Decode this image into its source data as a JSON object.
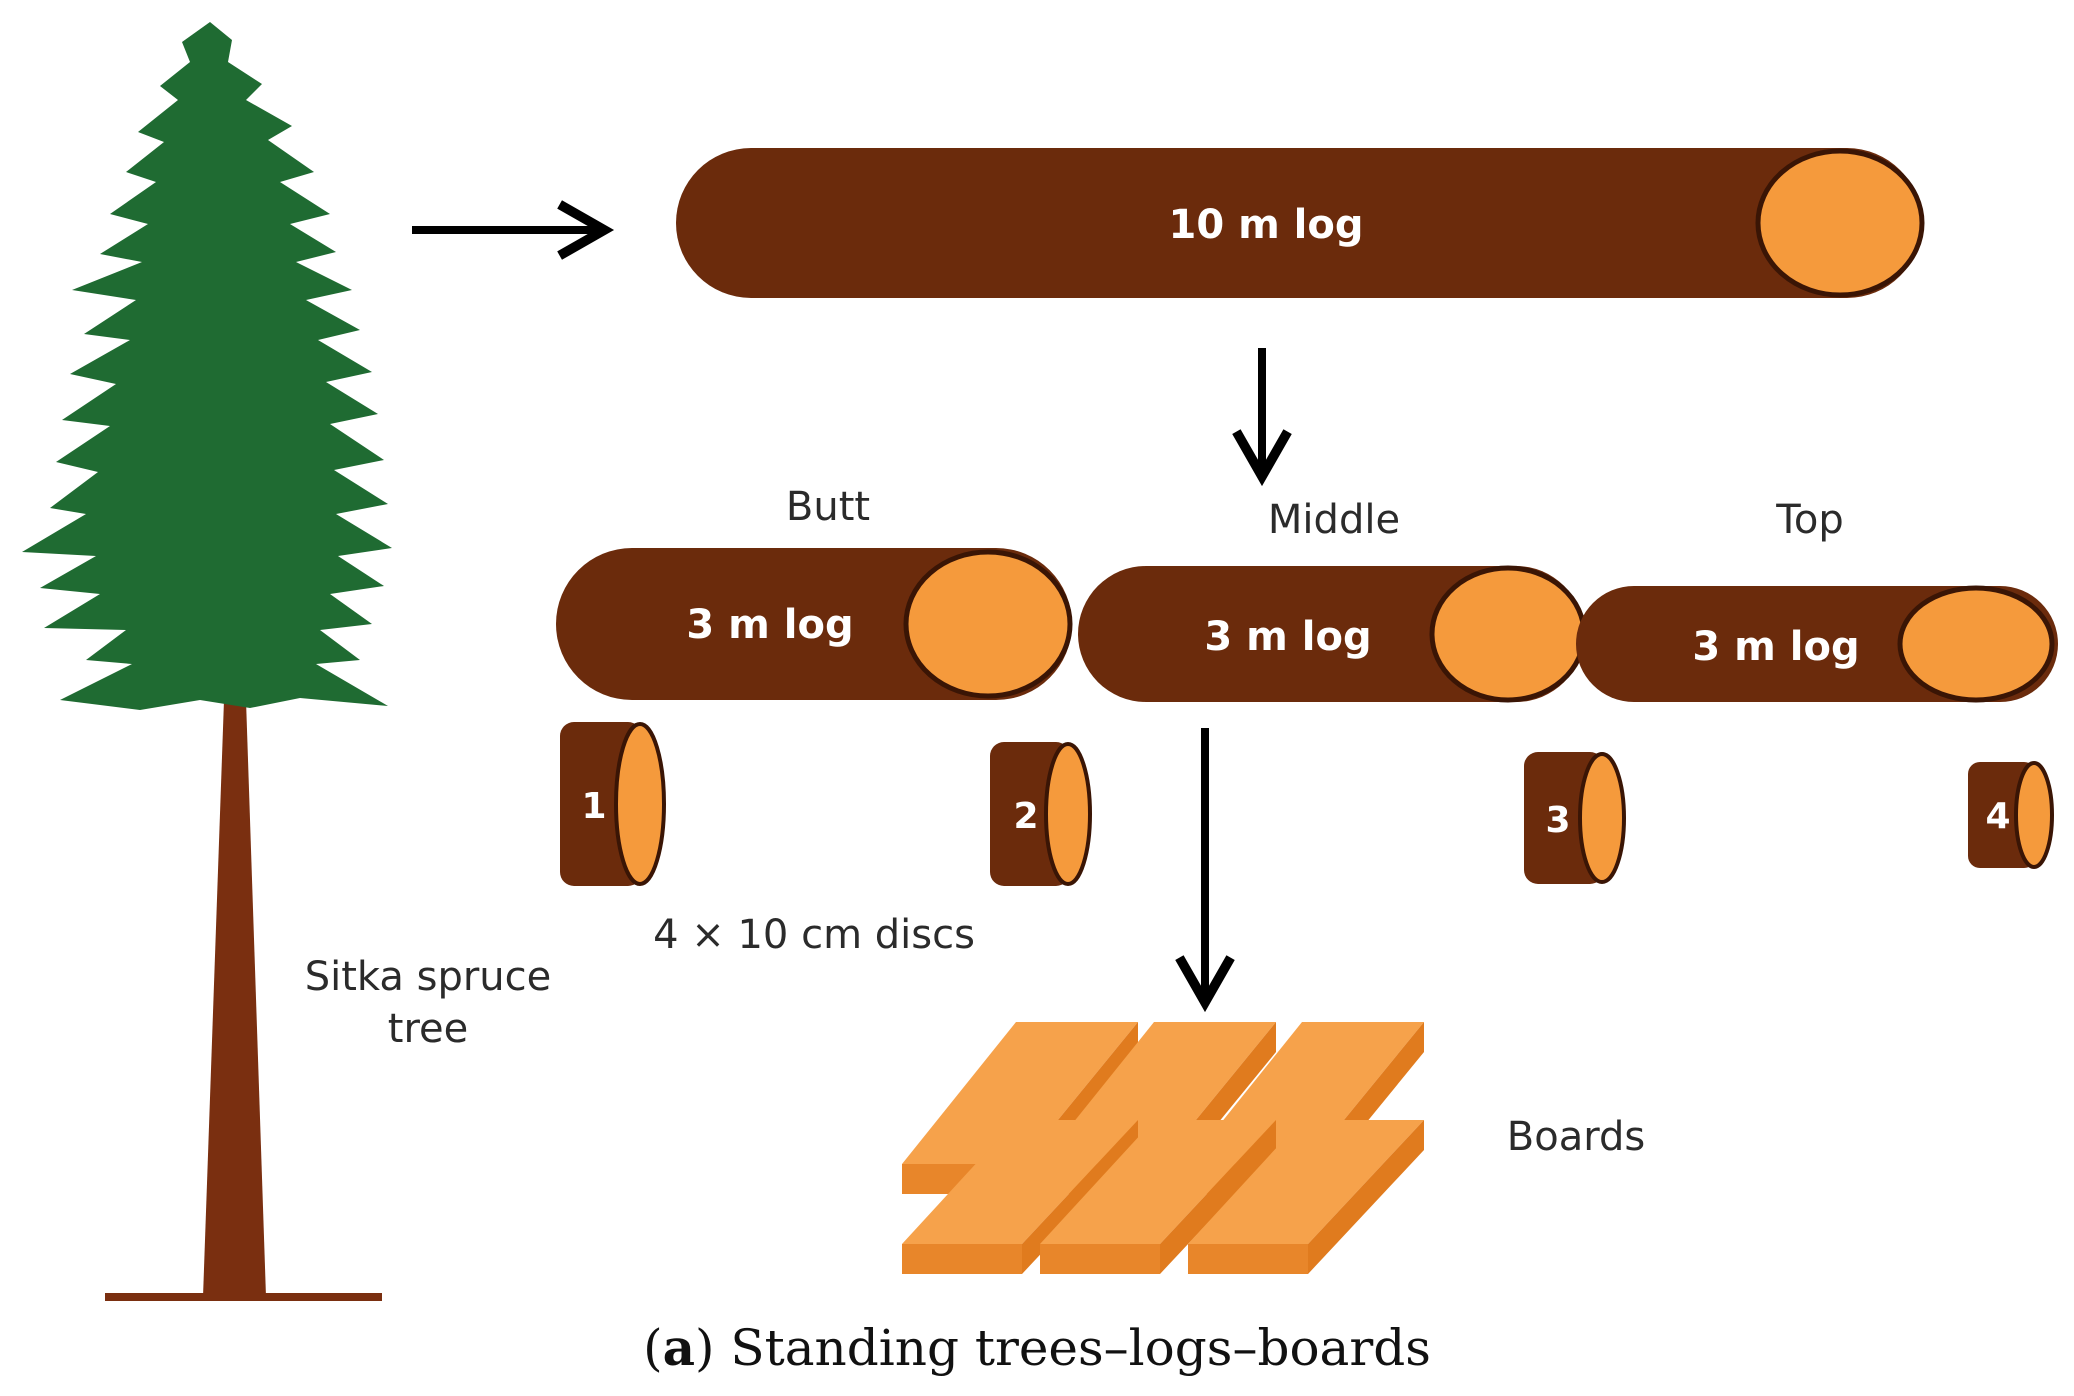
{
  "colors": {
    "bark": "#6b2b0c",
    "wood_end": "#f59a3c",
    "board": "#f6a24b",
    "board_dark": "#e07b1e",
    "foliage": "#1f6b32",
    "trunk": "#7a2f10",
    "arrow": "#000000"
  },
  "tree": {
    "label_line1": "Sitka spruce",
    "label_line2": "tree"
  },
  "big_log": {
    "label": "10 m log"
  },
  "sections": [
    {
      "name": "Butt",
      "log_label": "3 m log"
    },
    {
      "name": "Middle",
      "log_label": "3 m log"
    },
    {
      "name": "Top",
      "log_label": "3 m log"
    }
  ],
  "discs": [
    "1",
    "2",
    "3",
    "4"
  ],
  "discs_label": "4 × 10 cm discs",
  "boards_label": "Boards",
  "caption": {
    "letter": "a",
    "text": "Standing trees–logs–boards"
  }
}
